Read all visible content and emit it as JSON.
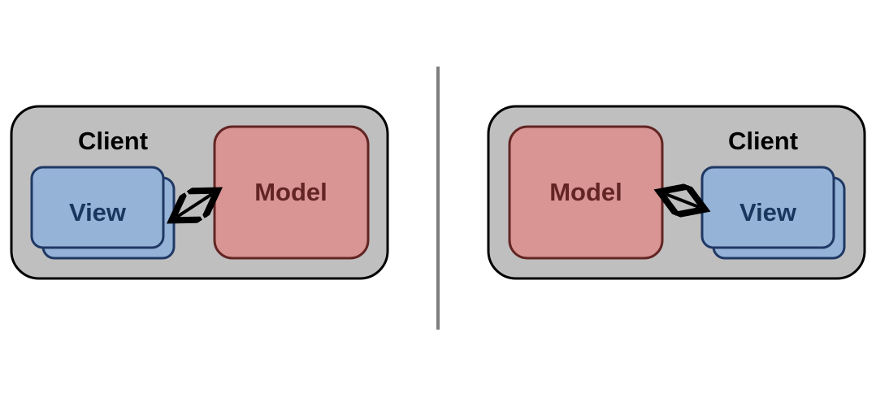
{
  "colors": {
    "client_fill": "#bfbfbf",
    "client_stroke": "#000000",
    "model_fill": "#d99594",
    "model_stroke": "#632523",
    "model_text": "#632523",
    "view_fill": "#95b3d7",
    "view_stroke": "#1f3864",
    "view_text": "#17375e",
    "divider": "#7f7f7f",
    "arrow": "#000000"
  },
  "left_panel": {
    "client_label": "Client",
    "model_label": "Model",
    "view_label": "View"
  },
  "right_panel": {
    "client_label": "Client",
    "model_label": "Model",
    "view_label": "View"
  },
  "icons": {
    "connector": "double-headed-arrow"
  }
}
